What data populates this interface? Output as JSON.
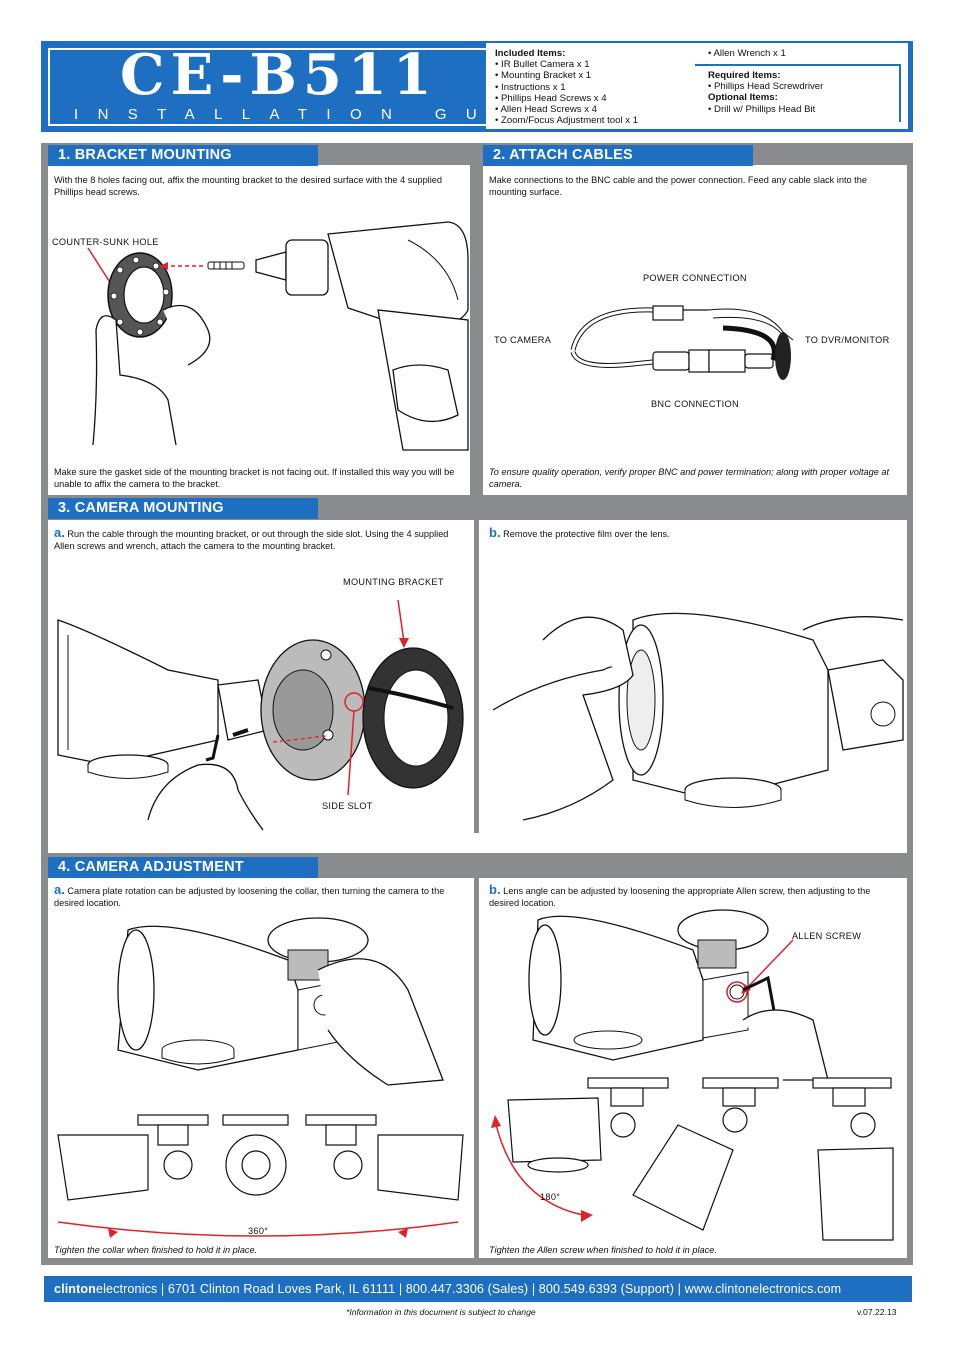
{
  "header": {
    "title": "CE-B511",
    "subtitle": "INSTALLATION GUIDE",
    "included_heading": "Included Items:",
    "included_items": [
      "• IR Bullet Camera x 1",
      "• Mounting Bracket x 1",
      "• Instructions x 1",
      "• Phillips Head Screws x 4",
      "• Allen Head Screws x 4",
      "• Zoom/Focus Adjustment tool x 1"
    ],
    "included_extra": "• Allen Wrench x 1",
    "required_heading": "Required Items:",
    "required_items": [
      "• Phillips Head Screwdriver"
    ],
    "optional_heading": "Optional Items:",
    "optional_items": [
      "• Drill w/ Phillips Head Bit"
    ]
  },
  "sections": {
    "bracket": {
      "title": "1. BRACKET MOUNTING",
      "intro": "With the 8 holes facing out, affix the mounting bracket to the desired surface with the 4 supplied Phillips head screws.",
      "callout": "COUNTER-SUNK HOLE",
      "note": "Make sure the gasket side of the mounting bracket is not facing out. If installed this way you will be unable to affix the camera to the bracket."
    },
    "cables": {
      "title": "2. ATTACH CABLES",
      "intro": "Make connections to the BNC cable and the power connection. Feed any cable slack into the mounting surface.",
      "power_label": "POWER CONNECTION",
      "camera_label": "TO CAMERA",
      "dvr_label": "TO DVR/MONITOR",
      "bnc_label": "BNC CONNECTION",
      "note": "To ensure quality operation, verify proper BNC and power termination; along with proper voltage at camera."
    },
    "camera_mounting": {
      "title": "3. CAMERA MOUNTING",
      "a_marker": "a.",
      "a_text": "Run the cable through the mounting bracket, or out through the side slot. Using the 4 supplied Allen screws and wrench, attach the camera to the mounting bracket.",
      "bracket_label": "MOUNTING BRACKET",
      "slot_label": "SIDE SLOT",
      "b_marker": "b.",
      "b_text": "Remove the protective film over the lens."
    },
    "adjustment": {
      "title": "4. CAMERA ADJUSTMENT",
      "a_marker": "a.",
      "a_text": "Camera plate rotation can be adjusted by loosening the collar, then turning the camera to the desired location.",
      "rotation_label": "360°",
      "a_note": "Tighten the collar when finished to hold it in place.",
      "b_marker": "b.",
      "b_text": "Lens angle can be adjusted by loosening the appropriate Allen screw, then adjusting to the desired location.",
      "screw_label": "ALLEN SCREW",
      "angle_label": "180°",
      "b_note": "Tighten the Allen screw when finished to hold it in place."
    }
  },
  "footer": {
    "brand_bold": "clinton",
    "brand_rest": "electronics",
    "contact": " | 6701 Clinton Road Loves Park, IL 61111 | 800.447.3306 (Sales) | 800.549.6393 (Support) | www.clintonelectronics.com",
    "disclaimer": "*Information in this document is subject to change",
    "version": "v.07.22.13"
  },
  "colors": {
    "brand_blue": "#1e6fc2",
    "frame_gray": "#8a8b8d",
    "callout_red": "#e0222b"
  }
}
